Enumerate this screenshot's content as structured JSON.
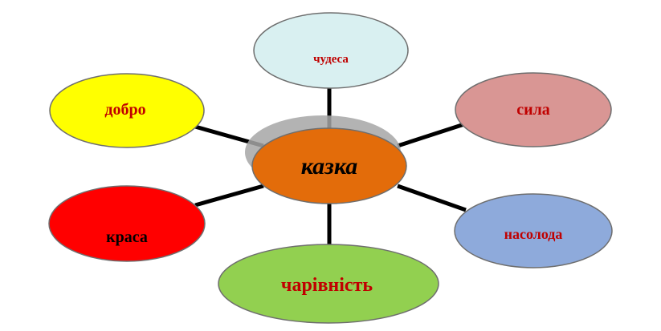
{
  "center": {
    "label": "казка",
    "fill": "#E36C0A",
    "text_color": "#000000"
  },
  "nodes": [
    {
      "id": "chudesa",
      "label": "чудеса",
      "fill": "#D9F0F1",
      "text_color": "#C00000"
    },
    {
      "id": "syla",
      "label": "сила",
      "fill": "#D99694",
      "text_color": "#C00000"
    },
    {
      "id": "nasoloda",
      "label": "насолода",
      "fill": "#8EAADB",
      "text_color": "#C00000"
    },
    {
      "id": "charivnist",
      "label": "чарівність",
      "fill": "#92D050",
      "text_color": "#C00000"
    },
    {
      "id": "krasa",
      "label": "краса",
      "fill": "#FF0000",
      "text_color": "#000000"
    },
    {
      "id": "dobro",
      "label": "добро",
      "fill": "#FFFF00",
      "text_color": "#C00000"
    }
  ],
  "colors": {
    "connector": "#000000",
    "outline": "#6E6E6E",
    "halo": "#A6A6A6"
  }
}
